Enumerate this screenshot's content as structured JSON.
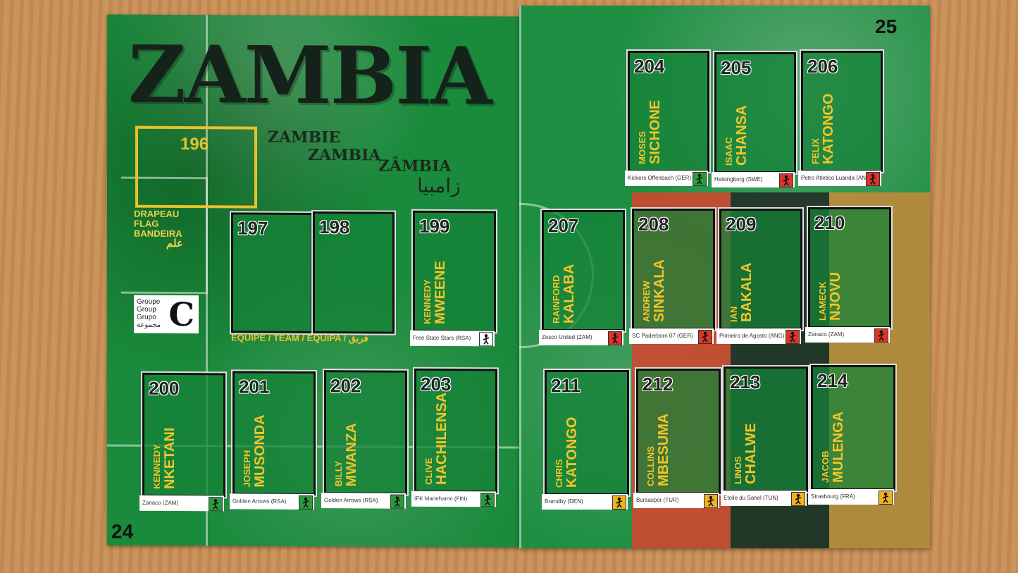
{
  "left_page": {
    "title": "ZAMBIA",
    "subnames": [
      "ZAMBIE",
      "ZAMBIA",
      "ZÂMBIA"
    ],
    "arabic_name": "زامبيا",
    "page_number": "24",
    "flag": {
      "number": "196",
      "labels": [
        "DRAPEAU",
        "FLAG",
        "BANDEIRA",
        "علم"
      ]
    },
    "group": {
      "labels": [
        "Groupe",
        "Group",
        "Grupo",
        "مجموعة"
      ],
      "letter": "C"
    },
    "team_label": "EQUIPE / TEAM / EQUIPA / فريق",
    "team_numbers": [
      "197",
      "198"
    ],
    "players": [
      {
        "num": "199",
        "first": "KENNEDY",
        "last": "MWEENE",
        "club": "Free State Stars (RSA)",
        "pos": "goalkeeper-icon"
      },
      {
        "num": "200",
        "first": "KENNEDY",
        "last": "NKETANI",
        "club": "Zanaco (ZAM)",
        "pos": "defender-icon"
      },
      {
        "num": "201",
        "first": "JOSEPH",
        "last": "MUSONDA",
        "club": "Golden Arrows (RSA)",
        "pos": "defender-icon"
      },
      {
        "num": "202",
        "first": "BILLY",
        "last": "MWANZA",
        "club": "Golden Arrows (RSA)",
        "pos": "defender-icon"
      },
      {
        "num": "203",
        "first": "CLIVE",
        "last": "HACHILENSA",
        "club": "IFK Mariehamn (FIN)",
        "pos": "defender-icon"
      }
    ]
  },
  "right_page": {
    "page_number": "25",
    "players": [
      {
        "num": "204",
        "first": "MOSES",
        "last": "SICHONE",
        "club": "Kickers Offenbach (GER)",
        "pos": "defender-icon"
      },
      {
        "num": "205",
        "first": "ISAAC",
        "last": "CHANSA",
        "club": "Helsingborg (SWE)",
        "pos": "midfielder-icon"
      },
      {
        "num": "206",
        "first": "FELIX",
        "last": "KATONGO",
        "club": "Petro Atletico Luanda (ANG)",
        "pos": "midfielder-icon"
      },
      {
        "num": "207",
        "first": "RAINFORD",
        "last": "KALABA",
        "club": "Zesco United (ZAM)",
        "pos": "midfielder-icon"
      },
      {
        "num": "208",
        "first": "ANDREW",
        "last": "SINKALA",
        "club": "SC Paderborn 07 (GER)",
        "pos": "midfielder-icon"
      },
      {
        "num": "209",
        "first": "IAN",
        "last": "BAKALA",
        "club": "Primeiro de Agosto (ANG)",
        "pos": "midfielder-icon"
      },
      {
        "num": "210",
        "first": "LAMECK",
        "last": "NJOVU",
        "club": "Zanaco (ZAM)",
        "pos": "midfielder-icon"
      },
      {
        "num": "211",
        "first": "CHRIS",
        "last": "KATONGO",
        "club": "Brøndby (DEN)",
        "pos": "forward-icon"
      },
      {
        "num": "212",
        "first": "COLLINS",
        "last": "MBESUMA",
        "club": "Bursaspor (TUR)",
        "pos": "forward-icon"
      },
      {
        "num": "213",
        "first": "LINOS",
        "last": "CHALWE",
        "club": "Etoile du Sahel (TUN)",
        "pos": "forward-icon"
      },
      {
        "num": "214",
        "first": "JACOB",
        "last": "MULENGA",
        "club": "Strasbourg (FRA)",
        "pos": "forward-icon"
      }
    ]
  },
  "colors": {
    "field_green": "#1a8a3c",
    "name_yellow": "#f2c52a",
    "flag_border": "#e8c22a",
    "defender_badge": "#2a9a3c",
    "midfielder_badge": "#d9352a",
    "forward_badge": "#f0b020",
    "stripe_red": "#d9432f",
    "stripe_black": "#222222",
    "stripe_brown": "#c88a3c"
  }
}
